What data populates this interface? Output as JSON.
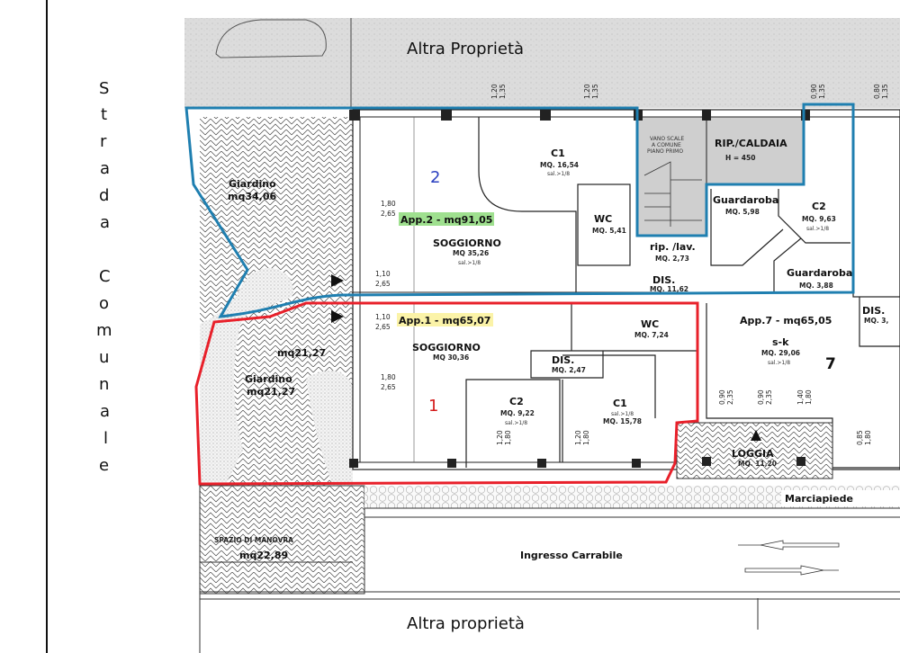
{
  "top_label": "Altra Proprietà",
  "bottom_label": "Altra proprietà",
  "side_street": [
    "S",
    "t",
    "r",
    "a",
    "d",
    "a",
    "C",
    "o",
    "m",
    "u",
    "n",
    "a",
    "l",
    "e"
  ],
  "colors": {
    "apt1_outline": "#e8202a",
    "apt2_outline": "#1f7fb0",
    "apt1_highlight": "#fbf3a8",
    "apt2_highlight": "#9fe08f",
    "apt1_number": "#d41c1c",
    "apt2_number": "#2a3fc0",
    "shade": "#cfcfcf"
  },
  "apt2": {
    "number": "2",
    "title": "App.2 - mq91,05",
    "garden": {
      "name": "Giardino",
      "area": "mq34,06"
    },
    "soggiorno": {
      "name": "SOGGIORNO",
      "area": "MQ 35,26",
      "note": "sal.>1/8"
    },
    "c1": {
      "name": "C1",
      "area": "MQ. 16,54",
      "note": "sal.>1/8"
    },
    "wc": {
      "name": "WC",
      "area": "MQ. 5,41"
    },
    "stairs": [
      "VANO SCALE",
      "A COMUNE",
      "PIANO PRIMO"
    ],
    "boiler": {
      "name": "RIP./CALDAIA",
      "height": "H = 450"
    },
    "wardrobe1": {
      "name": "Guardaroba",
      "area": "MQ. 5,98"
    },
    "c2": {
      "name": "C2",
      "area": "MQ. 9,63",
      "note": "sal.>1/8"
    },
    "laundry": {
      "name": "rip. /lav.",
      "area": "MQ. 2,73"
    },
    "dis": {
      "name": "DIS.",
      "area": "MQ. 11,62"
    },
    "wardrobe2": {
      "name": "Guardaroba",
      "area": "MQ. 3,88"
    }
  },
  "apt1": {
    "number": "1",
    "title": "App.1 - mq65,07",
    "garden": {
      "name": "Giardino",
      "area": "mq21,27",
      "area2": "mq21,27"
    },
    "soggiorno": {
      "name": "SOGGIORNO",
      "area": "MQ 30,36"
    },
    "wc": {
      "name": "WC",
      "area": "MQ. 7,24"
    },
    "dis": {
      "name": "DIS.",
      "area": "MQ. 2,47"
    },
    "c2": {
      "name": "C2",
      "area": "MQ. 9,22",
      "note": "sal.>1/8"
    },
    "c1": {
      "name": "C1",
      "area": "MQ. 15,78",
      "note": "sal.>1/8"
    }
  },
  "apt7": {
    "number": "7",
    "title": "App.7 - mq65,05",
    "sk": {
      "name": "s-k",
      "area": "MQ. 29,06",
      "note": "sal.>1/8"
    },
    "loggia": {
      "name": "LOGGIA",
      "area": "MQ. 11,20"
    },
    "dis": {
      "name": "DIS.",
      "area": "MQ. 3,"
    }
  },
  "sidewalk": "Marciapiede",
  "maneuver": {
    "name": "SPAZIO DI MANOVRA",
    "area": "mq22,89"
  },
  "driveway": "Ingresso Carrabile",
  "windows": {
    "w1": [
      "1,80",
      "2,65"
    ],
    "w2": [
      "1,10",
      "2,65"
    ],
    "w3": [
      "1,10",
      "2,65"
    ],
    "w4": [
      "1,80",
      "2,65"
    ],
    "w5": [
      "1,20",
      "1,35"
    ],
    "w6": [
      "1,20",
      "1,35"
    ],
    "w7": [
      "0,90",
      "1,35"
    ],
    "w8": [
      "0,80",
      "1,35"
    ],
    "w9": [
      "1,20",
      "1,80"
    ],
    "w10": [
      "1,20",
      "1,80"
    ],
    "w11": [
      "0,90",
      "2,35"
    ],
    "w12": [
      "0,90",
      "2,35"
    ],
    "w13": [
      "1,40",
      "1,80"
    ],
    "w14": [
      "0,85",
      "1,80"
    ]
  }
}
